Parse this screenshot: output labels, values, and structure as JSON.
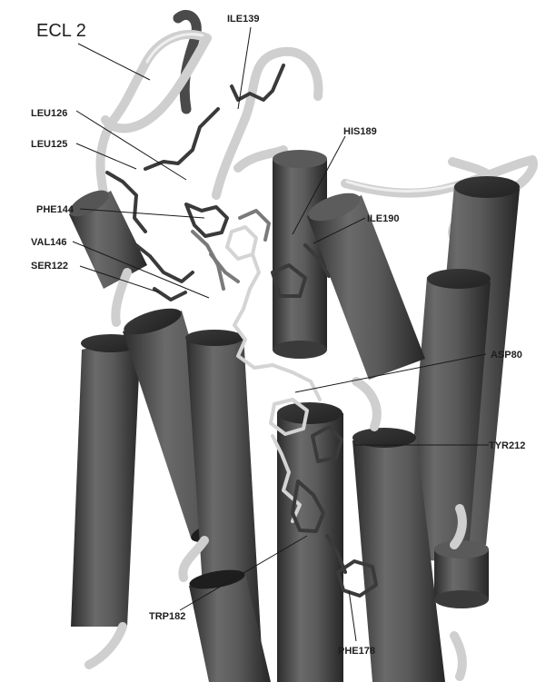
{
  "figure": {
    "labels": {
      "ecl2": "ECL 2",
      "ile139": "ILE139",
      "leu126": "LEU126",
      "leu125": "LEU125",
      "his189": "HIS189",
      "phe144": "PHE144",
      "ile190": "ILE190",
      "val146": "VAL146",
      "ser122": "SER122",
      "asp80": "ASP80",
      "tyr212": "TYR212",
      "trp182": "TRP182",
      "phe178": "PHE178"
    },
    "colors": {
      "helix": "#4a4a4a",
      "loop": "#cfcfcf",
      "ligand": "#c8c8c8",
      "residue": "#3a3a3a"
    }
  }
}
